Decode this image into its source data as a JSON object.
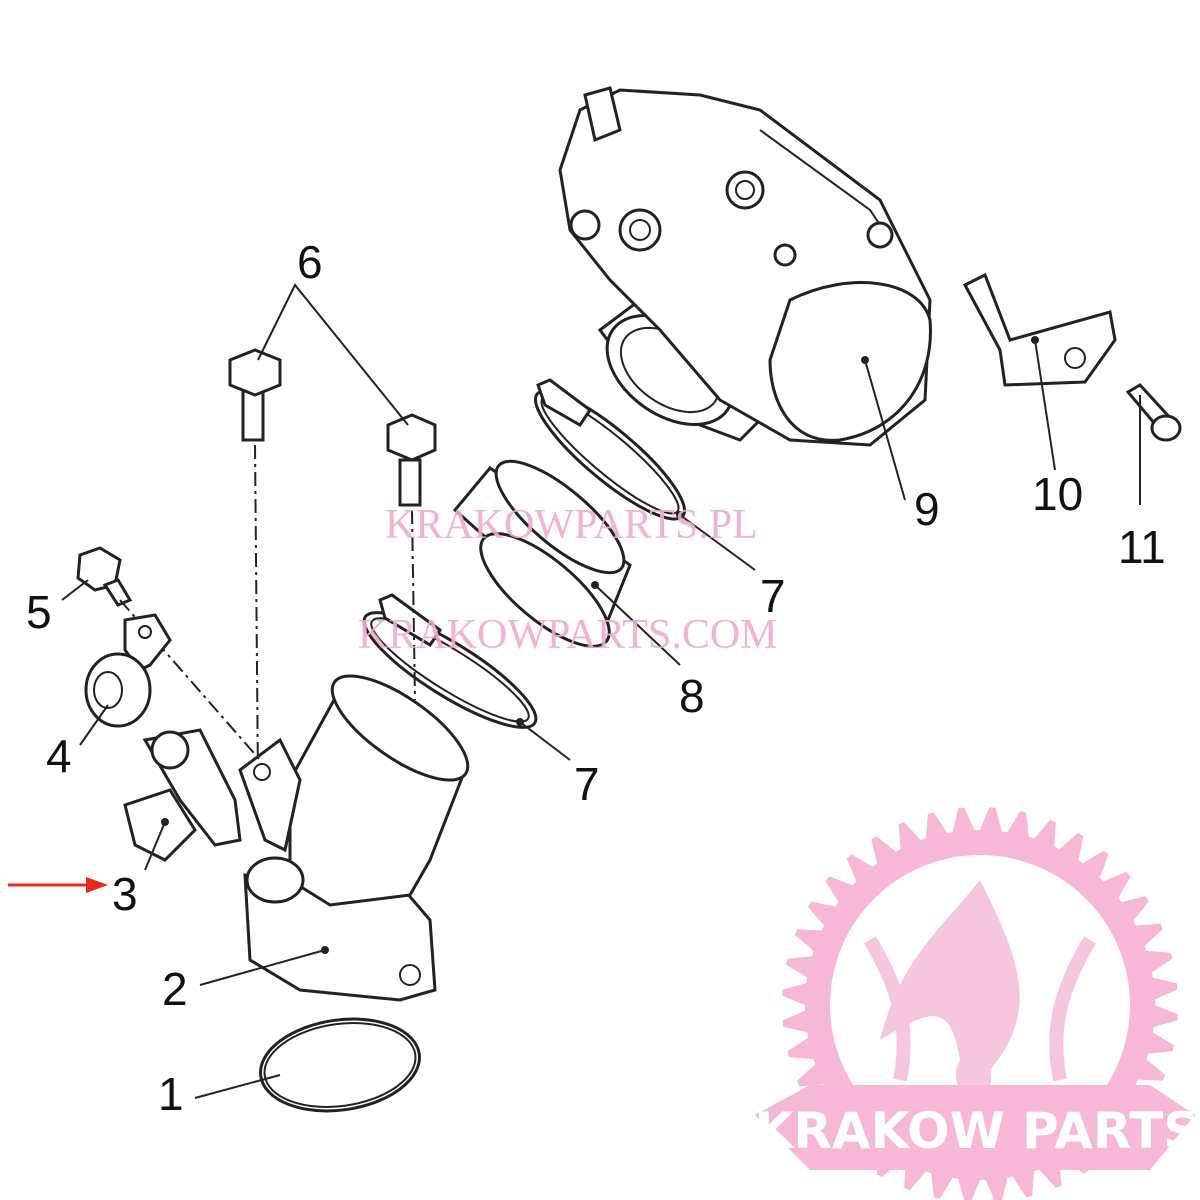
{
  "diagram": {
    "callouts": [
      "1",
      "2",
      "3",
      "4",
      "5",
      "6",
      "7",
      "7",
      "8",
      "9",
      "10",
      "11"
    ],
    "highlighted_callout": "3",
    "arrow_color": "#e8281e"
  },
  "watermarks": {
    "line1": "KRAKOWPARTS.PL",
    "line2": "KRAKOWPARTS.COM",
    "color": "#f4a9cf"
  },
  "logo": {
    "text": "KRAKOW PARTS",
    "color": "#f6b8d6"
  }
}
